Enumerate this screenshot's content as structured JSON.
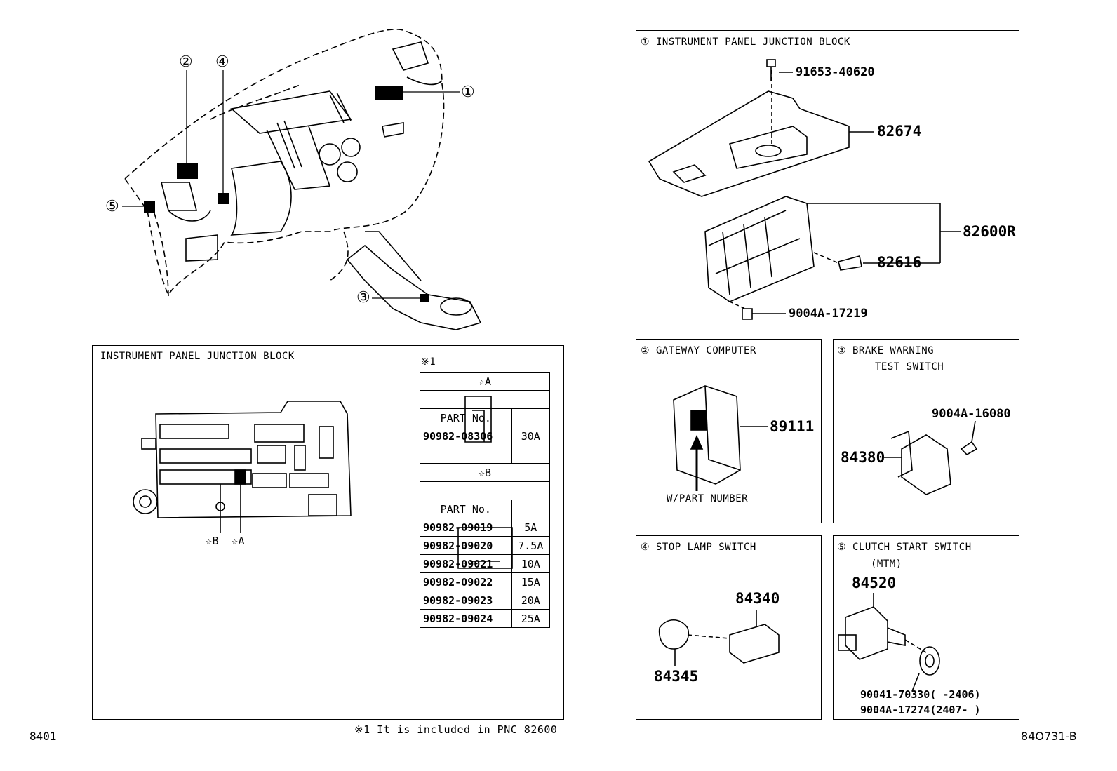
{
  "main_view": {
    "callouts": [
      "①",
      "②",
      "③",
      "④",
      "⑤"
    ]
  },
  "panel1": {
    "title": "① INSTRUMENT PANEL JUNCTION BLOCK",
    "parts": [
      "91653-40620",
      "82674",
      "82600R",
      "82616",
      "9004A-17219"
    ]
  },
  "panel2": {
    "title": "② GATEWAY COMPUTER",
    "part": "89111",
    "note": "W/PART NUMBER"
  },
  "panel3": {
    "title_line1": "③ BRAKE WARNING",
    "title_line2": "TEST SWITCH",
    "parts": [
      "9004A-16080",
      "84380"
    ]
  },
  "panel4": {
    "title": "④ STOP LAMP SWITCH",
    "parts": [
      "84340",
      "84345"
    ]
  },
  "panel5": {
    "title_line1": "⑤ CLUTCH START SWITCH",
    "title_line2": "(MTM)",
    "part": "84520",
    "sub_parts": [
      "90041-70330(     -2406)",
      "9004A-17274(2407-     )"
    ]
  },
  "jb_panel": {
    "title": "INSTRUMENT PANEL JUNCTION BLOCK",
    "star_b": "☆B",
    "star_a": "☆A",
    "ref_mark": "※1",
    "table_a_header": "☆A",
    "table_b_header": "☆B",
    "part_no_label": "PART No.",
    "fuses_a": [
      {
        "part": "90982-08306",
        "amp": "30A"
      }
    ],
    "fuses_b": [
      {
        "part": "90982-09019",
        "amp": "5A"
      },
      {
        "part": "90982-09020",
        "amp": "7.5A"
      },
      {
        "part": "90982-09021",
        "amp": "10A"
      },
      {
        "part": "90982-09022",
        "amp": "15A"
      },
      {
        "part": "90982-09023",
        "amp": "20A"
      },
      {
        "part": "90982-09024",
        "amp": "25A"
      }
    ],
    "footnote": "※1 It is included in PNC 82600"
  },
  "footer": {
    "left_code": "8401",
    "right_code": "84O731-B"
  }
}
